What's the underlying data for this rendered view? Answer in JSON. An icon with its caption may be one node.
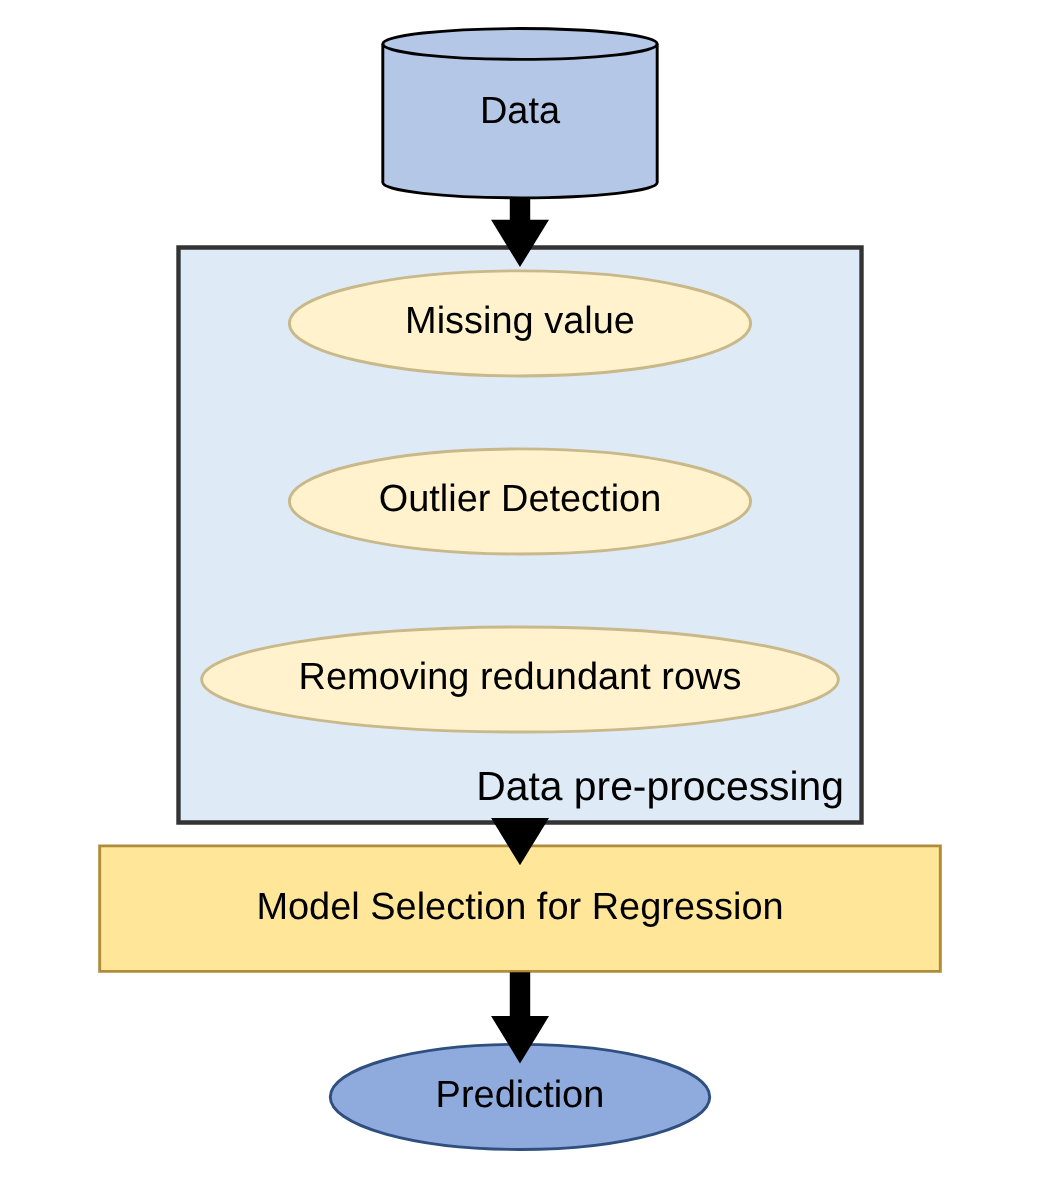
{
  "diagram": {
    "nodes": [
      {
        "text": [
          "Data"
        ]
      },
      {
        "text": [],
        "shape": "box",
        "beside": [
          "Data pre-processing"
        ]
      },
      {
        "text": [
          "Missing value"
        ],
        "in": 1
      },
      {
        "text": [
          "Outlier Detection"
        ],
        "in": 1
      },
      {
        "text": [
          "Removing redundant rows"
        ],
        "in": 1
      },
      {
        "text": [
          "Model Selection for Regression"
        ]
      },
      {
        "text": [
          "Prediction"
        ]
      }
    ],
    "edges": [
      {
        "from": 0,
        "to": 1,
        "arrow": "to"
      },
      {
        "from": 1,
        "to": 5,
        "arrow": "to"
      },
      {
        "from": 5,
        "to": 6,
        "arrow": "to"
      }
    ]
  }
}
